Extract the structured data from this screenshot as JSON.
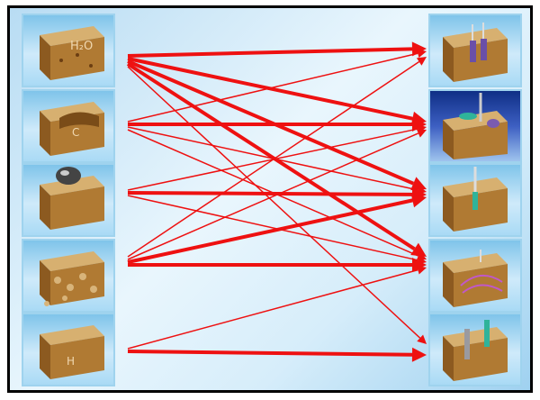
{
  "left_tiles": [
    {
      "label": "H₂O",
      "icon": "water-soil-block"
    },
    {
      "label": "C",
      "icon": "carbon-soil-block"
    },
    {
      "label": "",
      "icon": "organism-soil-block"
    },
    {
      "label": "",
      "icon": "loose-soil-block"
    },
    {
      "label": "H",
      "icon": "hydrogen-soil-block"
    }
  ],
  "right_tiles": [
    {
      "icon": "sensor-probes-block"
    },
    {
      "icon": "drill-platform-block"
    },
    {
      "icon": "borehole-probe-block"
    },
    {
      "icon": "subsurface-scan-block"
    },
    {
      "icon": "instrument-tubes-block"
    }
  ],
  "connections": [
    {
      "from": 0,
      "to": 0,
      "thick": true
    },
    {
      "from": 0,
      "to": 1,
      "thick": true
    },
    {
      "from": 0,
      "to": 2,
      "thick": true
    },
    {
      "from": 0,
      "to": 3,
      "thick": true
    },
    {
      "from": 0,
      "to": 4,
      "thick": false
    },
    {
      "from": 1,
      "to": 0,
      "thick": false
    },
    {
      "from": 1,
      "to": 1,
      "thick": true
    },
    {
      "from": 1,
      "to": 2,
      "thick": false
    },
    {
      "from": 1,
      "to": 3,
      "thick": false
    },
    {
      "from": 2,
      "to": 1,
      "thick": false
    },
    {
      "from": 2,
      "to": 2,
      "thick": true
    },
    {
      "from": 2,
      "to": 3,
      "thick": false
    },
    {
      "from": 3,
      "to": 0,
      "thick": false
    },
    {
      "from": 3,
      "to": 1,
      "thick": false
    },
    {
      "from": 3,
      "to": 2,
      "thick": true
    },
    {
      "from": 3,
      "to": 3,
      "thick": true
    },
    {
      "from": 4,
      "to": 3,
      "thick": false
    },
    {
      "from": 4,
      "to": 4,
      "thick": true
    }
  ],
  "colors": {
    "arrow": "#ee1111",
    "soil": "#b07a33",
    "soil_top": "#caa060"
  }
}
